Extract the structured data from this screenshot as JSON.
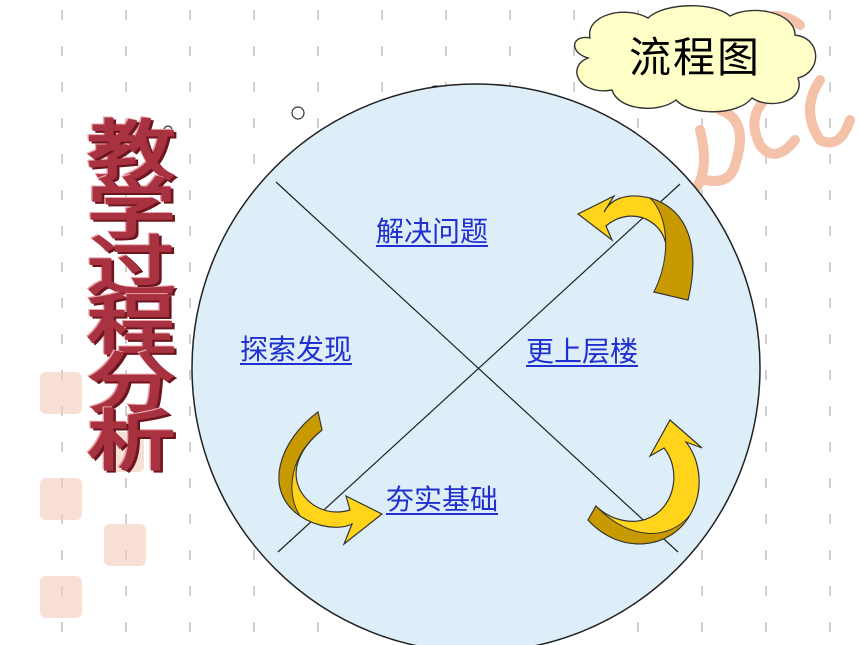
{
  "page_title": "教学过程分析",
  "page_title_chars": [
    "教",
    "学",
    "过",
    "程",
    "分",
    "析"
  ],
  "cloud_label": "流程图",
  "segments": {
    "top": "解决问题",
    "left": "探索发现",
    "right": "更上层楼",
    "bottom": "夯实基础"
  },
  "colors": {
    "circle_fill": "#ddeef8",
    "arrow_fill": "#ffd41a",
    "arrow_shadow": "#c89a00",
    "link_text": "#1f2fd0",
    "title_red": "#a8323f",
    "cloud_fill": "#ffffc8",
    "dash_lines": "#cfcfcf"
  },
  "icons": [
    "curved-arrow-icon",
    "cloud-shape-icon",
    "seal-stamp-icon"
  ]
}
